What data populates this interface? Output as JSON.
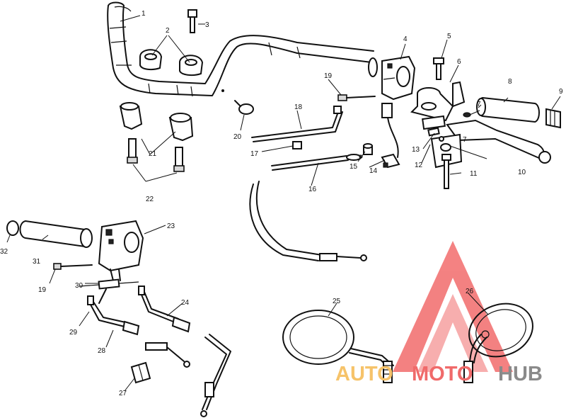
{
  "diagram": {
    "labels": [
      "1",
      "2",
      "3",
      "4",
      "5",
      "6",
      "7",
      "8",
      "9",
      "10",
      "11",
      "12",
      "13",
      "14",
      "15",
      "16",
      "17",
      "18",
      "19",
      "20",
      "21",
      "22",
      "23",
      "24",
      "25",
      "26",
      "27",
      "28",
      "29",
      "30",
      "31",
      "32"
    ]
  },
  "watermark": {
    "part1": "AUTO",
    "part2": "MOTO",
    "part3": "HUB",
    "colors": {
      "auto": "#f6c36a",
      "moto": "#f06a6a",
      "hub": "#8a8a8a",
      "triangle": "#f26c6c"
    }
  }
}
